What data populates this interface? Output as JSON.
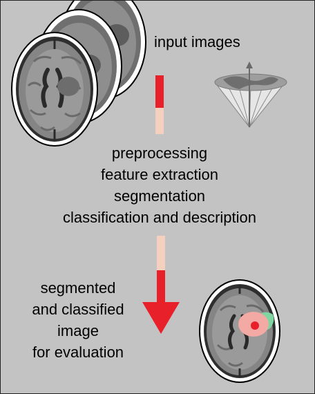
{
  "input_label": "input images",
  "processing_steps": [
    "preprocessing",
    "feature extraction",
    "segmentation",
    "classification and description"
  ],
  "output_label_lines": [
    "segmented",
    "and classified",
    "image",
    "for evaluation"
  ],
  "colors": {
    "background": "#c3c3c3",
    "arrow_red": "#e8202a",
    "arrow_light": "#f6d0bf",
    "tumor_core": "#e8202a",
    "tumor_ring": "#f3a9a4",
    "edema": "#7fd6a0",
    "brain_tissue": "#8e8e8e",
    "skull": "#f2f2f2"
  },
  "icons": [
    "brain-scan-icon",
    "hemisphere-cone-icon"
  ]
}
